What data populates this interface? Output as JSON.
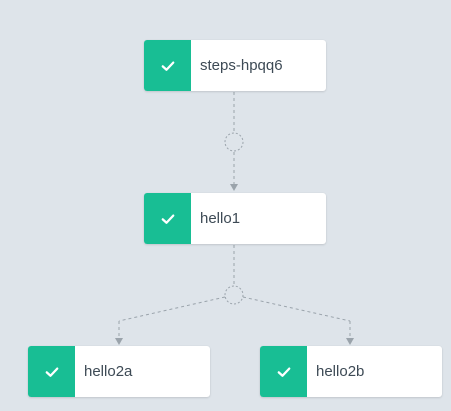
{
  "workflow": {
    "nodes": [
      {
        "id": "steps",
        "label": "steps-hpqq6",
        "status": "succeeded",
        "status_icon": "check-icon"
      },
      {
        "id": "hello1",
        "label": "hello1",
        "status": "succeeded",
        "status_icon": "check-icon"
      },
      {
        "id": "hello2a",
        "label": "hello2a",
        "status": "succeeded",
        "status_icon": "check-icon"
      },
      {
        "id": "hello2b",
        "label": "hello2b",
        "status": "succeeded",
        "status_icon": "check-icon"
      }
    ],
    "colors": {
      "background": "#dee4ea",
      "success": "#18be94",
      "node_bg": "#ffffff",
      "edge": "#9aa3ab",
      "label_text": "#3d4a55"
    }
  }
}
